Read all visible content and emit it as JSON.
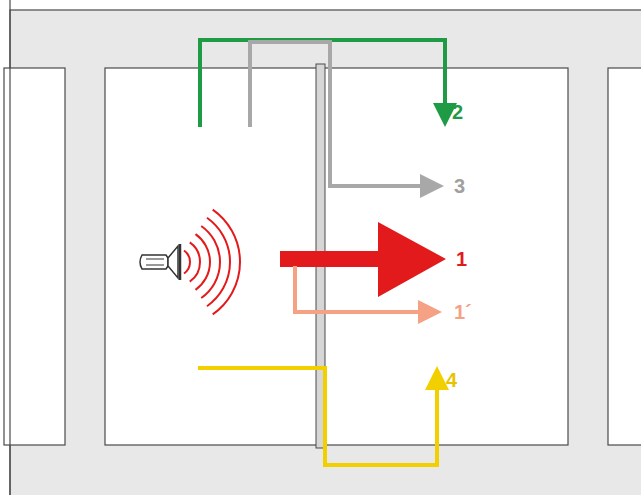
{
  "diagram": {
    "labels": [
      "2",
      "3",
      "1",
      "1´",
      "4"
    ]
  }
}
